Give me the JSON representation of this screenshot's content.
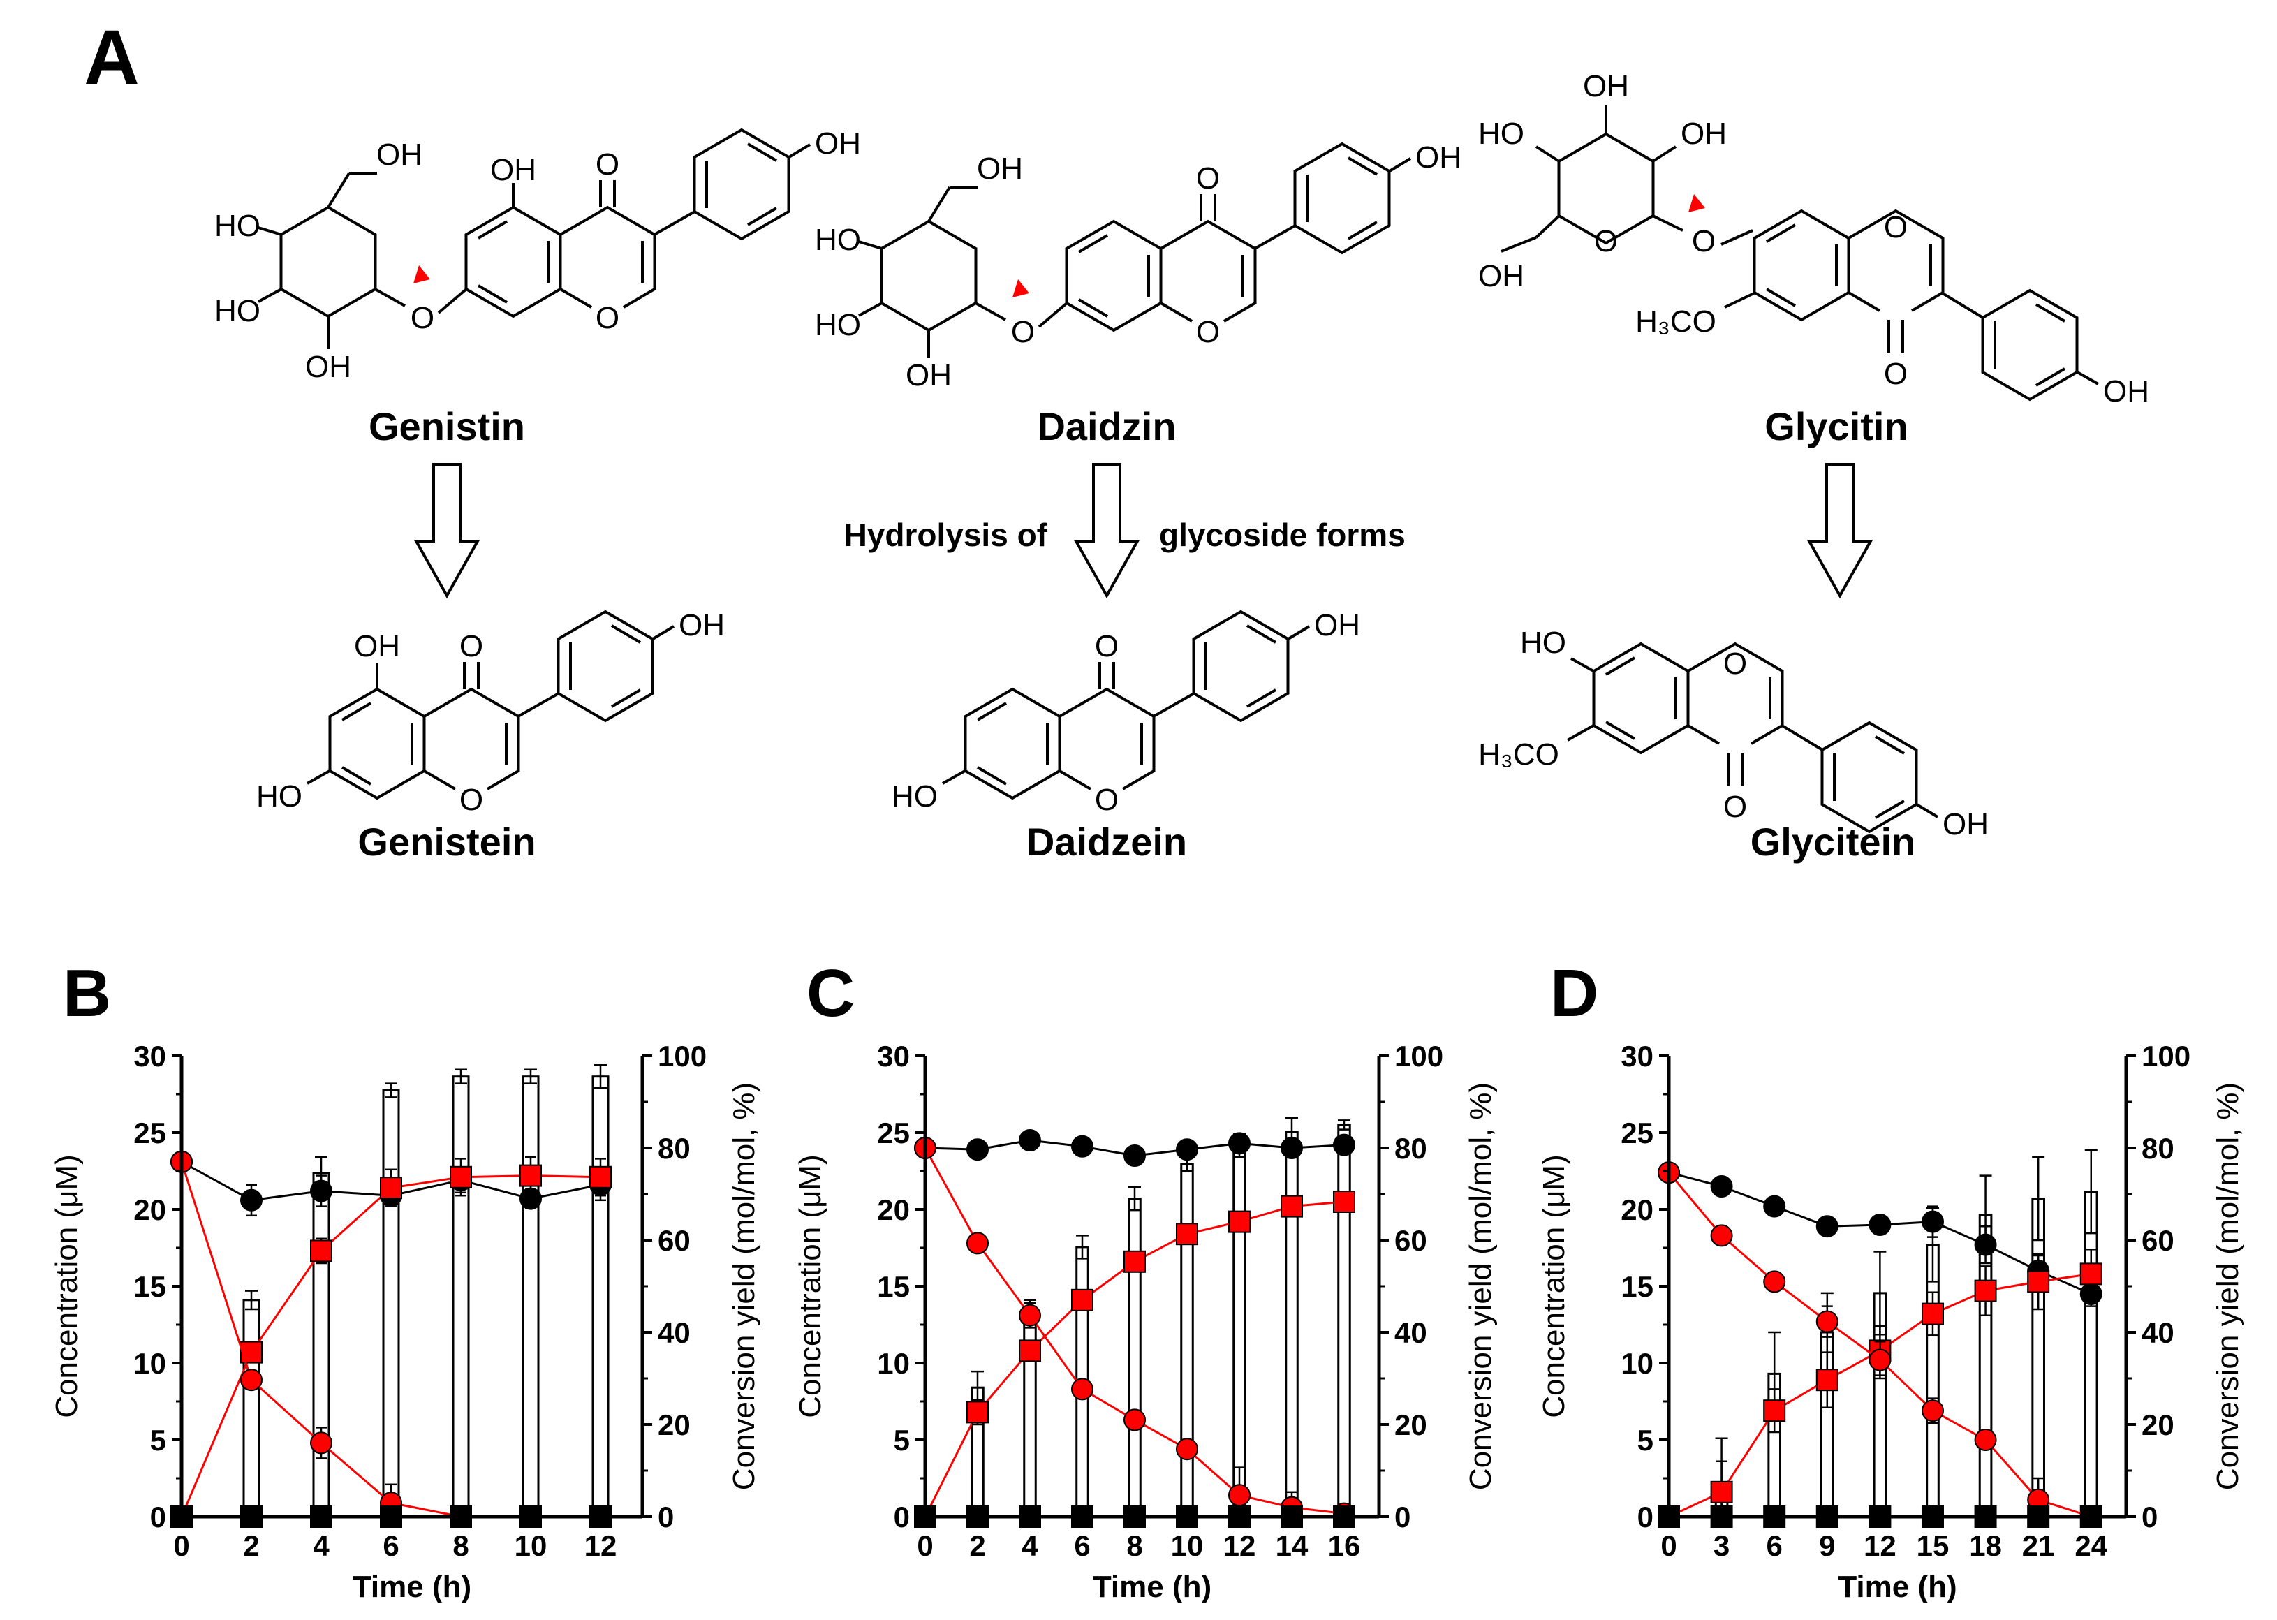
{
  "panel_labels": {
    "a": "A",
    "b": "B",
    "c": "C",
    "d": "D"
  },
  "molecules": {
    "genistin": {
      "name": "Genistin",
      "labels": [
        "OH",
        "OH",
        "O",
        "OH",
        "HO",
        "HO",
        "OH",
        "O",
        "O"
      ]
    },
    "daidzin": {
      "name": "Daidzin",
      "labels": [
        "OH",
        "O",
        "OH",
        "HO",
        "HO",
        "OH",
        "O",
        "O"
      ]
    },
    "glycitin": {
      "name": "Glycitin",
      "labels": [
        "OH",
        "HO",
        "OH",
        "OH",
        "O",
        "O",
        "O",
        "H₃CO",
        "O",
        "OH"
      ]
    },
    "genistein": {
      "name": "Genistein",
      "labels": [
        "OH",
        "O",
        "OH",
        "HO",
        "O"
      ]
    },
    "daidzein": {
      "name": "Daidzein",
      "labels": [
        "O",
        "OH",
        "HO",
        "O"
      ]
    },
    "glycitein": {
      "name": "Glycitein",
      "labels": [
        "HO",
        "O",
        "H₃CO",
        "O",
        "OH"
      ]
    }
  },
  "arrow_caption": {
    "left": "Hydrolysis  of",
    "right": "glycoside forms"
  },
  "chart_data": [
    {
      "panel": "B",
      "type": "bar",
      "xlabel": "Time (h)",
      "ylabel": "Concentration (μM)",
      "y2label": "Conversion yield (mol/mol, %)",
      "x": [
        0,
        2,
        4,
        6,
        8,
        10,
        12
      ],
      "xlim": [
        0,
        12.8
      ],
      "ylim": [
        0,
        30
      ],
      "y2lim": [
        0,
        100
      ],
      "yticks": [
        0,
        5,
        10,
        15,
        20,
        25,
        30
      ],
      "y2ticks": [
        0,
        20,
        40,
        60,
        80,
        100
      ],
      "bar_values": [
        0,
        47,
        74.5,
        92.5,
        95.5,
        95.5,
        95.5
      ],
      "bar_err": [
        0,
        2,
        3.5,
        1.5,
        1.5,
        1.5,
        2.5
      ],
      "lines": [
        {
          "marker": "circle",
          "color": "#000000",
          "values": [
            23.1,
            20.6,
            21.2,
            20.9,
            21.9,
            20.7,
            21.6
          ],
          "err": [
            0.3,
            1.0,
            1.0,
            0.5,
            0.8,
            0.6,
            1.0
          ]
        },
        {
          "marker": "square",
          "color": "#ff0000",
          "values": [
            0,
            10.7,
            17.3,
            21.4,
            22.1,
            22.2,
            22.1
          ],
          "err": [
            0,
            0.6,
            0.8,
            1.2,
            1.2,
            1.2,
            1.2
          ]
        },
        {
          "marker": "circle",
          "color": "#ff0000",
          "values": [
            23.1,
            8.9,
            4.8,
            0.9,
            0,
            0,
            0
          ],
          "err": [
            0.3,
            0.6,
            1.0,
            1.2,
            0,
            0,
            0
          ]
        },
        {
          "marker": "square",
          "color": "#000000",
          "values": [
            0,
            0,
            0,
            0,
            0,
            0,
            0
          ],
          "err": [
            0,
            0,
            0,
            0,
            0,
            0,
            0
          ]
        }
      ]
    },
    {
      "panel": "C",
      "type": "bar",
      "xlabel": "Time (h)",
      "ylabel": "Concentration (μM)",
      "y2label": "Conversion yield (mol/mol, %)",
      "x": [
        0,
        2,
        4,
        6,
        8,
        10,
        12,
        14,
        16
      ],
      "xlim": [
        0,
        16.8
      ],
      "ylim": [
        0,
        30
      ],
      "y2lim": [
        0,
        100
      ],
      "yticks": [
        0,
        5,
        10,
        15,
        20,
        25,
        30
      ],
      "y2ticks": [
        0,
        20,
        40,
        60,
        80,
        100
      ],
      "bar_values": [
        0,
        28,
        45.5,
        58.5,
        69,
        76.5,
        80.5,
        83.5,
        85
      ],
      "bar_err": [
        0,
        3.5,
        1.5,
        2.5,
        2.5,
        1.5,
        2.5,
        3,
        1
      ],
      "lines": [
        {
          "marker": "circle",
          "color": "#000000",
          "values": [
            24.0,
            23.9,
            24.5,
            24.1,
            23.5,
            23.9,
            24.3,
            24.0,
            24.2
          ],
          "err": [
            0.3,
            0.3,
            0.3,
            0.3,
            0.3,
            0.3,
            0.3,
            0.3,
            0.3
          ]
        },
        {
          "marker": "square",
          "color": "#ff0000",
          "values": [
            0,
            6.8,
            10.8,
            14.1,
            16.6,
            18.4,
            19.2,
            20.2,
            20.5
          ],
          "err": [
            0,
            0.8,
            0.6,
            0.6,
            0.6,
            0.6,
            0.6,
            0.6,
            0.6
          ]
        },
        {
          "marker": "circle",
          "color": "#ff0000",
          "values": [
            24.0,
            17.8,
            13.1,
            8.3,
            6.3,
            4.4,
            1.4,
            0.6,
            0.2
          ],
          "err": [
            0.3,
            0.3,
            0.8,
            0.6,
            0.3,
            0.3,
            1.8,
            1.0,
            0.3
          ]
        },
        {
          "marker": "square",
          "color": "#000000",
          "values": [
            0,
            0,
            0,
            0,
            0,
            0,
            0,
            0,
            0
          ],
          "err": [
            0,
            0,
            0,
            0,
            0,
            0,
            0,
            0,
            0
          ]
        }
      ]
    },
    {
      "panel": "D",
      "type": "bar",
      "xlabel": "Time (h)",
      "ylabel": "Concentration (μM)",
      "y2label": "Conversion yield (mol/mol, %)",
      "x": [
        0,
        3,
        6,
        9,
        12,
        15,
        18,
        21,
        24
      ],
      "xlim": [
        0,
        25.2
      ],
      "ylim": [
        0,
        30
      ],
      "y2lim": [
        0,
        100
      ],
      "yticks": [
        0,
        5,
        10,
        15,
        20,
        25,
        30
      ],
      "y2ticks": [
        0,
        20,
        40,
        60,
        80,
        100
      ],
      "bar_values": [
        0,
        5,
        31,
        40,
        48.5,
        59,
        65.5,
        69,
        70.5
      ],
      "bar_err": [
        0,
        12,
        9,
        8.5,
        9,
        8,
        8.5,
        9,
        9
      ],
      "lines": [
        {
          "marker": "circle",
          "color": "#000000",
          "values": [
            22.4,
            21.5,
            20.2,
            18.9,
            19.0,
            19.2,
            17.7,
            16.0,
            14.5
          ],
          "err": [
            0.3,
            0.3,
            0.3,
            0.3,
            0.3,
            1.0,
            1.2,
            1.0,
            0.8
          ]
        },
        {
          "marker": "square",
          "color": "#ff0000",
          "values": [
            0,
            1.6,
            6.9,
            8.9,
            10.8,
            13.2,
            14.7,
            15.3,
            15.8
          ],
          "err": [
            0,
            2.0,
            1.4,
            1.8,
            1.6,
            1.4,
            1.6,
            1.8,
            1.6
          ]
        },
        {
          "marker": "circle",
          "color": "#ff0000",
          "values": [
            22.4,
            18.3,
            15.3,
            12.7,
            10.2,
            6.9,
            5.0,
            1.1,
            0
          ],
          "err": [
            0.3,
            0.3,
            0.3,
            1.0,
            1.2,
            0.8,
            0.6,
            1.4,
            0
          ]
        },
        {
          "marker": "square",
          "color": "#000000",
          "values": [
            0,
            0,
            0,
            0,
            0,
            0,
            0,
            0,
            0
          ],
          "err": [
            0,
            0,
            0,
            0,
            0,
            0,
            0,
            0,
            0
          ]
        }
      ]
    }
  ]
}
